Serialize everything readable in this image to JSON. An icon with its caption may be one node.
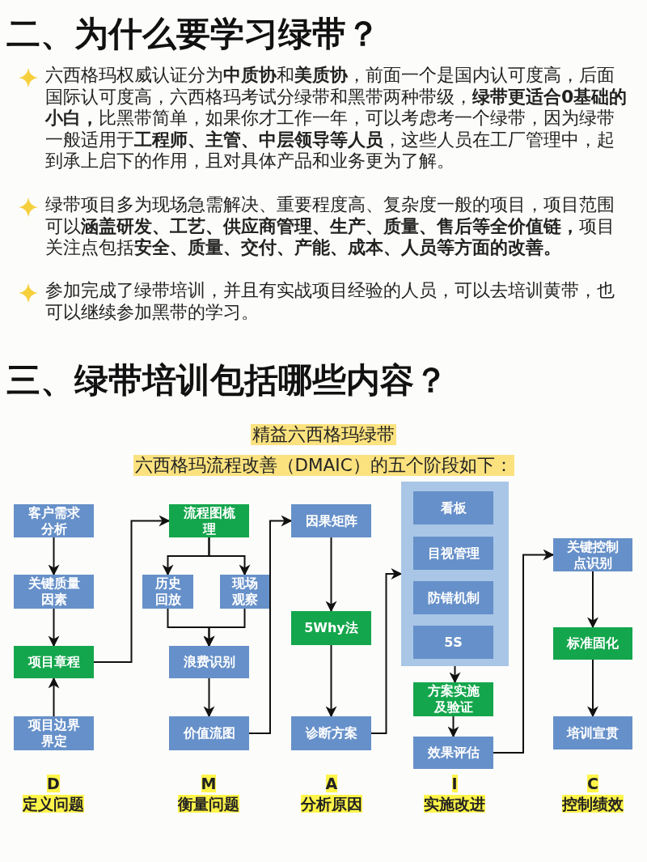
{
  "diagram": {
    "title": "二、为什么要学习**绿带**？",
    "nodes": [
      {
        "text": [
          "客户需求分析"
        ]
      },
      {
        "text": [
          "关键质量因素"
        ]
      },
      {
        "text": [
          "项目章程"
        ]
      },
      {
        "text": [
          "项目边界界定"
        ]
      },
      {
        "text": [
          "流程图梳理"
        ]
      },
      {
        "text": [
          "历史回放"
        ]
      },
      {
        "text": [
          "现场观察"
        ]
      },
      {
        "text": [
          "浪费识别"
        ]
      },
      {
        "text": [
          "价值流图"
        ]
      },
      {
        "text": [
          "因果矩阵"
        ]
      },
      {
        "text": [
          "5Why法"
        ]
      },
      {
        "text": [
          "诊断方案"
        ]
      },
      {
        "text": [],
        "shape": "box"
      },
      {
        "text": [
          "看板"
        ],
        "in": 12
      },
      {
        "text": [
          "目视管理"
        ],
        "in": 12
      },
      {
        "text": [
          "防错机制"
        ],
        "in": 12
      },
      {
        "text": [
          "5S"
        ],
        "in": 12
      },
      {
        "text": [
          "方案实施及验证"
        ]
      },
      {
        "text": [
          "效果评估"
        ]
      },
      {
        "text": [
          "关键控制点识别"
        ]
      },
      {
        "text": [
          "标准固化"
        ]
      },
      {
        "text": [
          "培训宣贯"
        ]
      }
    ],
    "edges": [
      {
        "from": 0,
        "to": 1,
        "arrow": "to"
      },
      {
        "from": 1,
        "to": 2,
        "arrow": "to"
      },
      {
        "from": 3,
        "to": 2,
        "arrow": "to"
      },
      {
        "from": 2,
        "to": 4,
        "arrow": "to"
      },
      {
        "from": 4,
        "to": 5,
        "arrow": "to"
      },
      {
        "from": 4,
        "to": 6,
        "arrow": "to"
      },
      {
        "from": 5,
        "to": 7,
        "arrow": "to"
      },
      {
        "from": 6,
        "to": 7,
        "arrow": "to"
      },
      {
        "from": 7,
        "to": 8,
        "arrow": "to"
      },
      {
        "from": 8,
        "to": 9,
        "arrow": "to"
      },
      {
        "from": 9,
        "to": 10,
        "arrow": "to"
      },
      {
        "from": 10,
        "to": 11,
        "arrow": "to"
      },
      {
        "from": 11,
        "to": 12,
        "arrow": "to"
      },
      {
        "from": 12,
        "to": 17,
        "arrow": "to"
      },
      {
        "from": 17,
        "to": 18,
        "arrow": "to"
      },
      {
        "from": 18,
        "to": 19,
        "arrow": "to"
      },
      {
        "from": 19,
        "to": 20,
        "arrow": "to"
      },
      {
        "from": 20,
        "to": 21,
        "arrow": "to"
      }
    ],
    "labels": [
      "六西格玛权威认证分为**中质协**和**美质协**，前面一个是国内认可度高，后面国际认可度高，六西格玛考试分绿带和黑带两种带级，**绿带更适合0基础的小白，**比黑带简单，如果你才工作一年，可以考虑考一个绿带，因为绿带一般适用于**工程师、主管、中层领导等人员**，这些人员在工厂管理中，起到承上启下的作用，且对具体产品和业务更为了解。",
      "绿带项目多为现场急需解决、重要程度高、复杂度一般的项目，项目范围可以**涵盖研发、工艺、供应商管理、生产、质量、售后等全价值链，**项目关注点包括**安全、质量、交付、产能、成本、人员等方面的改善。**",
      "参加完成了绿带培训，并且有实战项目经验的人员，可以去培训黄带，也可以继续参加黑带的学习。",
      "三、**绿带培训**包括哪些**内容**？",
      "精益六西格玛绿带",
      "六西格玛流程改善（DMAIC）的五个阶段如下：",
      "D",
      "定义问题",
      "M",
      "衡量问题",
      "A",
      "分析原因",
      "I",
      "实施改进",
      "C",
      "控制绩效"
    ]
  }
}
